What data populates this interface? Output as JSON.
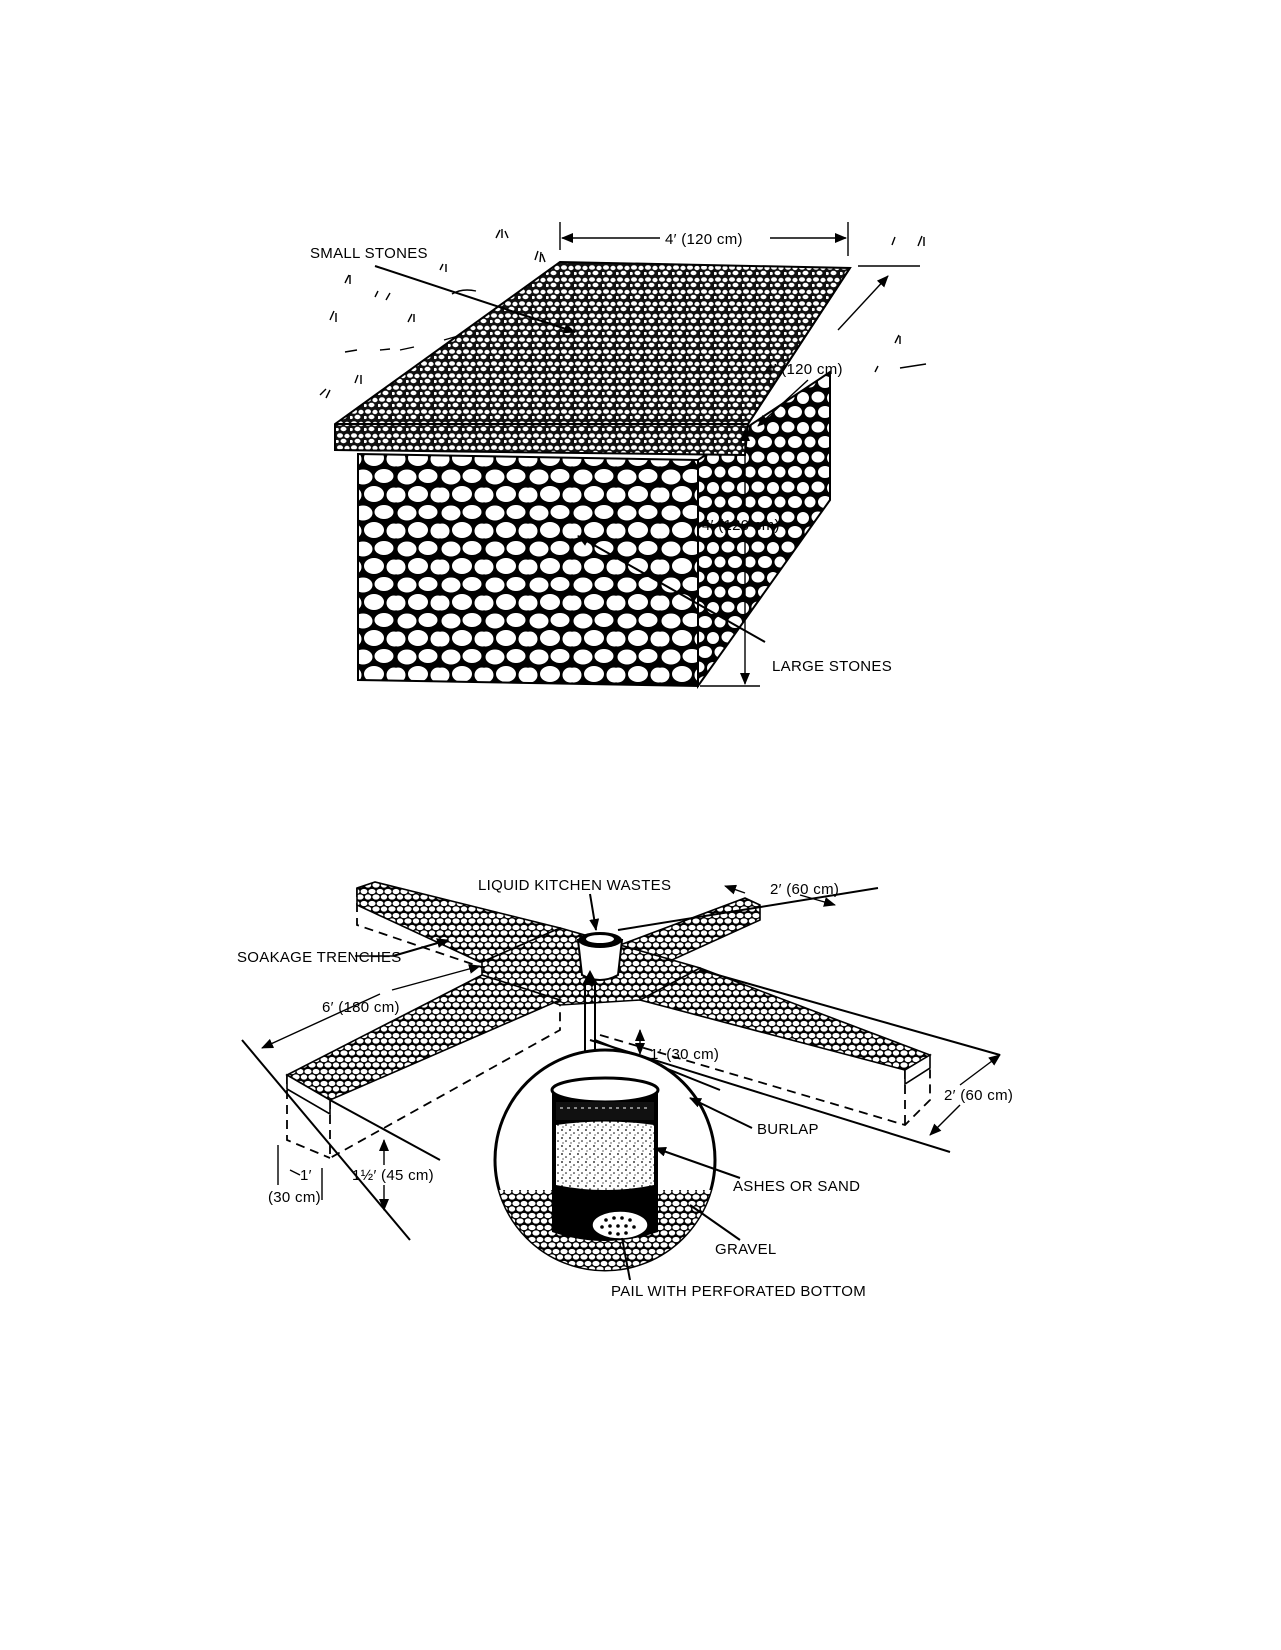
{
  "figures": [
    {
      "id": "soakage-pit",
      "labels": {
        "small_stones": "SMALL STONES",
        "large_stones": "LARGE STONES",
        "width": "4′ (120 cm)",
        "depth": "4′ (120 cm)",
        "height": "4′ (120 cm)"
      }
    },
    {
      "id": "soakage-trench",
      "labels": {
        "liquid_kitchen_wastes": "LIQUID KITCHEN WASTES",
        "soakage_trenches": "SOAKAGE TRENCHES",
        "trench_width_top": "2′ (60 cm)",
        "trench_length": "6′ (180 cm)",
        "pail_depth": "1′ (30 cm)",
        "trench_width_right": "2′ (60 cm)",
        "burlap": "BURLAP",
        "ashes_or_sand": "ASHES OR SAND",
        "gravel": "GRAVEL",
        "pail": "PAIL WITH PERFORATED BOTTOM",
        "trench_width_left_ft": "1′",
        "trench_width_left_cm": "(30 cm)",
        "trench_depth": "1½′ (45 cm)"
      }
    }
  ]
}
